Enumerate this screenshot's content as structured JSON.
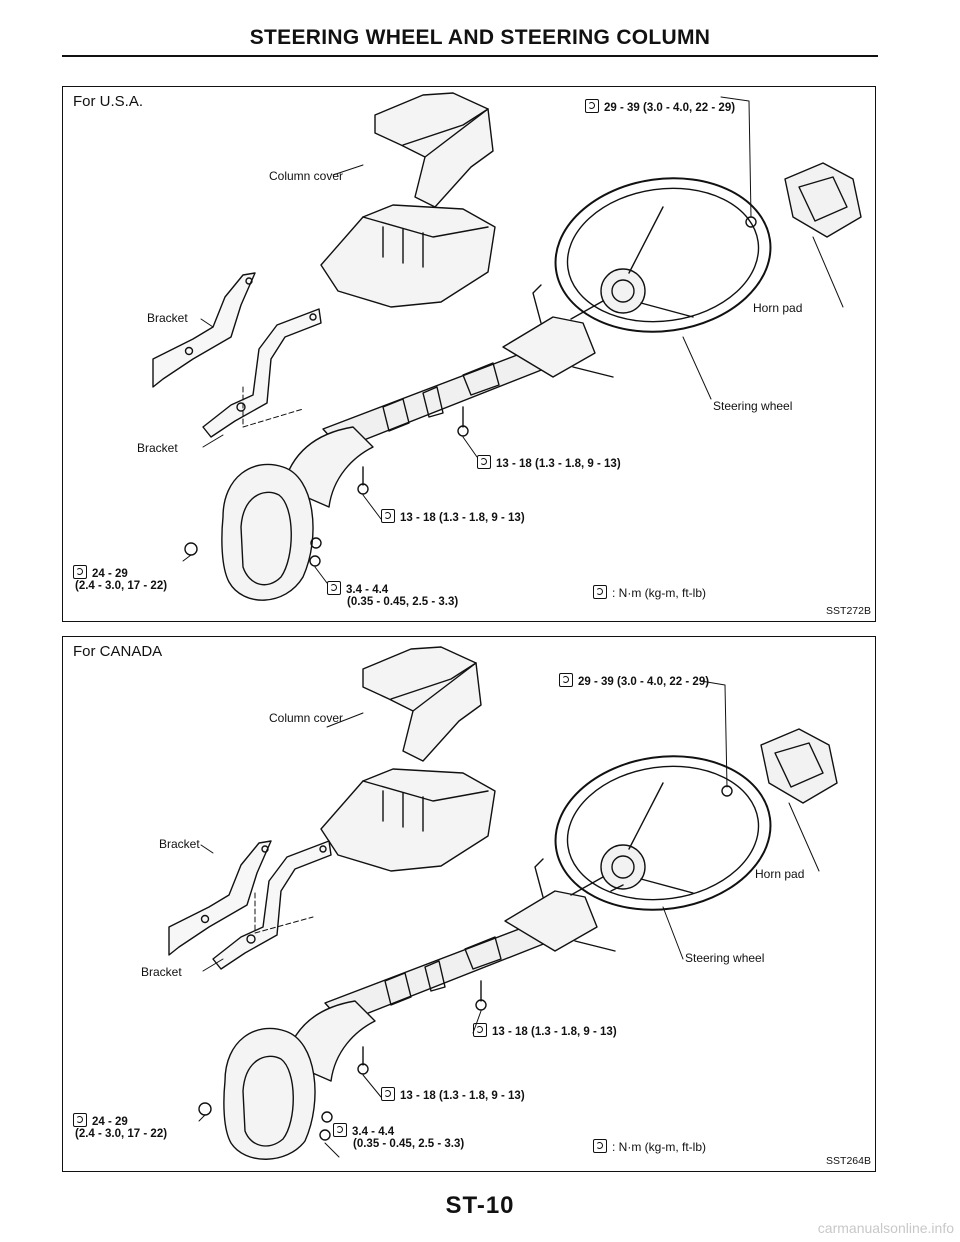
{
  "header": {
    "title": "STEERING WHEEL AND STEERING COLUMN"
  },
  "panels": [
    {
      "region": "For U.S.A.",
      "torque_top": "29 - 39 (3.0 - 4.0, 22 - 29)",
      "column_cover": "Column cover",
      "bracket_upper": "Bracket",
      "bracket_lower": "Bracket",
      "horn_pad": "Horn pad",
      "steering_wheel": "Steering wheel",
      "torque_mid1": "13 - 18 (1.3 - 1.8, 9 - 13)",
      "torque_mid2": "13 - 18 (1.3 - 1.8, 9 - 13)",
      "torque_left_a": "24 - 29",
      "torque_left_b": "(2.4 - 3.0, 17 - 22)",
      "torque_small_a": "3.4 - 4.4",
      "torque_small_b": "(0.35 - 0.45, 2.5 - 3.3)",
      "legend": ": N·m (kg-m, ft-lb)",
      "code": "SST272B"
    },
    {
      "region": "For CANADA",
      "torque_top": "29 - 39 (3.0 - 4.0, 22 - 29)",
      "column_cover": "Column cover",
      "bracket_upper": "Bracket",
      "bracket_lower": "Bracket",
      "horn_pad": "Horn pad",
      "steering_wheel": "Steering wheel",
      "torque_mid1": "13 - 18 (1.3 - 1.8, 9 - 13)",
      "torque_mid2": "13 - 18 (1.3 - 1.8, 9 - 13)",
      "torque_left_a": "24 - 29",
      "torque_left_b": "(2.4 - 3.0, 17 - 22)",
      "torque_small_a": "3.4 - 4.4",
      "torque_small_b": "(0.35 - 0.45, 2.5 - 3.3)",
      "legend": ": N·m (kg-m, ft-lb)",
      "code": "SST264B"
    }
  ],
  "footer": {
    "page_number": "ST-10"
  },
  "watermark": "carmanualsonline.info",
  "icons": {
    "torque": "torque-wrench-icon"
  }
}
